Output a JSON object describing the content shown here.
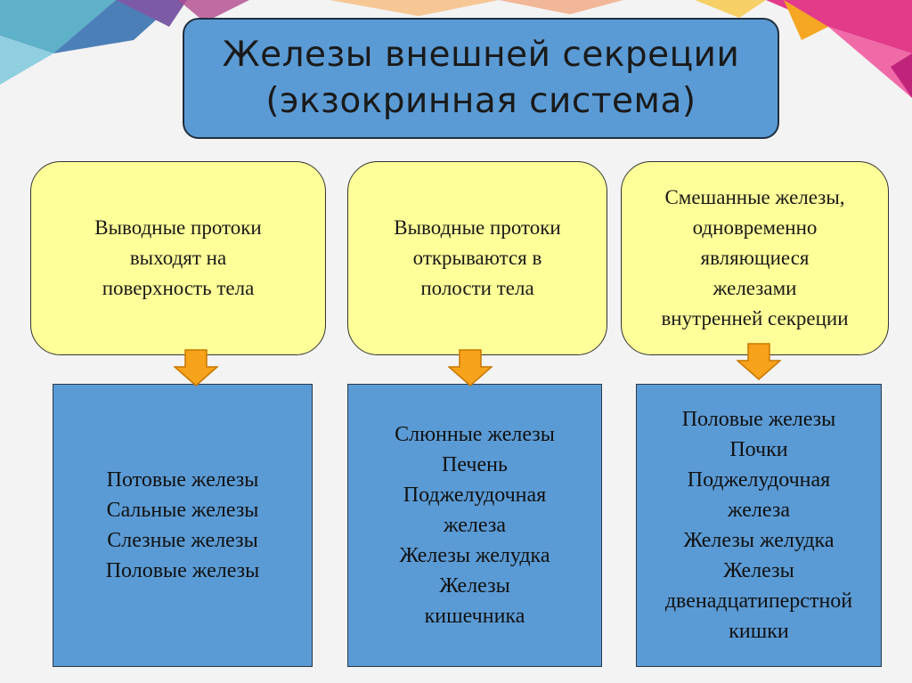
{
  "title": {
    "line1": "Железы внешней секреции",
    "line2": "(экзокринная система)"
  },
  "columns": [
    {
      "description": [
        "Выводные протоки",
        "выходят на",
        "поверхность тела"
      ],
      "glands": [
        "Потовые железы",
        "Сальные железы",
        "Слезные железы",
        "Половые железы"
      ]
    },
    {
      "description": [
        "Выводные протоки",
        "открываются в",
        "полости тела"
      ],
      "glands": [
        "Слюнные железы",
        "Печень",
        "Поджелудочная",
        "железа",
        "Железы желудка",
        "Железы",
        "кишечника"
      ]
    },
    {
      "description": [
        "Смешанные железы,",
        "одновременно",
        "являющиеся",
        "железами",
        "внутренней секреции"
      ],
      "glands": [
        "Половые железы",
        "Почки",
        "Поджелудочная",
        "железа",
        "Железы желудка",
        "Железы",
        "двенадцатиперстной",
        "кишки"
      ]
    }
  ],
  "colors": {
    "title_fill": "#5b9bd5",
    "description_fill": "#ffff99",
    "glands_fill": "#5b9bd5",
    "arrow_fill": "#f7a21b"
  }
}
